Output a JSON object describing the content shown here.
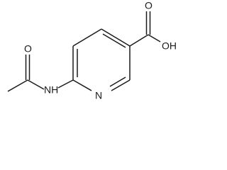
{
  "molecule": {
    "atoms": {
      "oxygen_acetyl": "O",
      "amide_nh": "NH",
      "ring_nitrogen": "N",
      "oxygen_carbonyl": "O",
      "hydroxyl": "OH"
    }
  },
  "colors": {
    "ink": "#1a1a1a",
    "background": "#ffffff"
  }
}
